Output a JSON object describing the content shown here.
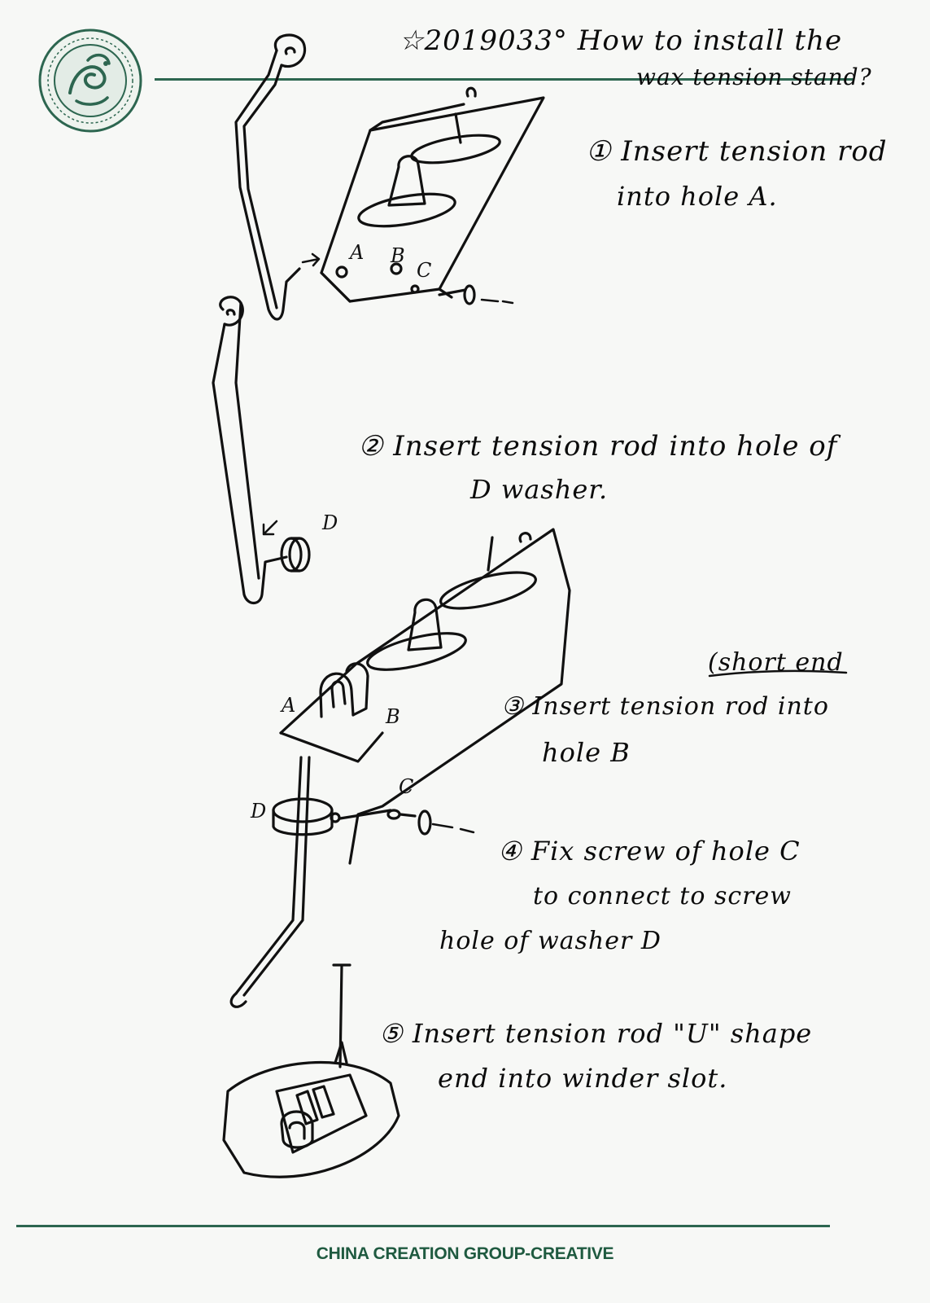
{
  "title": {
    "line1": "☆2019033° How to install the",
    "line2": "wax tension stand?"
  },
  "steps": [
    {
      "line1": "① Insert tension rod",
      "line2": "into hole A."
    },
    {
      "line1": "② Insert tension rod into hole of",
      "line2": "D washer."
    },
    {
      "note": "(short end",
      "line1": "③ Insert tension rod into",
      "line2": "hole B"
    },
    {
      "line1": "④ Fix screw of hole C",
      "line2": "to connect to screw",
      "line3": "hole of washer D"
    },
    {
      "line1": "⑤ Insert tension rod \"U\" shape",
      "line2": "end into winder slot."
    }
  ],
  "labels": {
    "a": "A",
    "b": "B",
    "c": "C",
    "d": "D"
  },
  "footer": "CHINA CREATION GROUP-CREATIVE",
  "colors": {
    "accent": "#2d6650",
    "footer": "#1f5a40",
    "ink": "#111111"
  },
  "icons": {
    "seal": "crane-seal-icon"
  }
}
